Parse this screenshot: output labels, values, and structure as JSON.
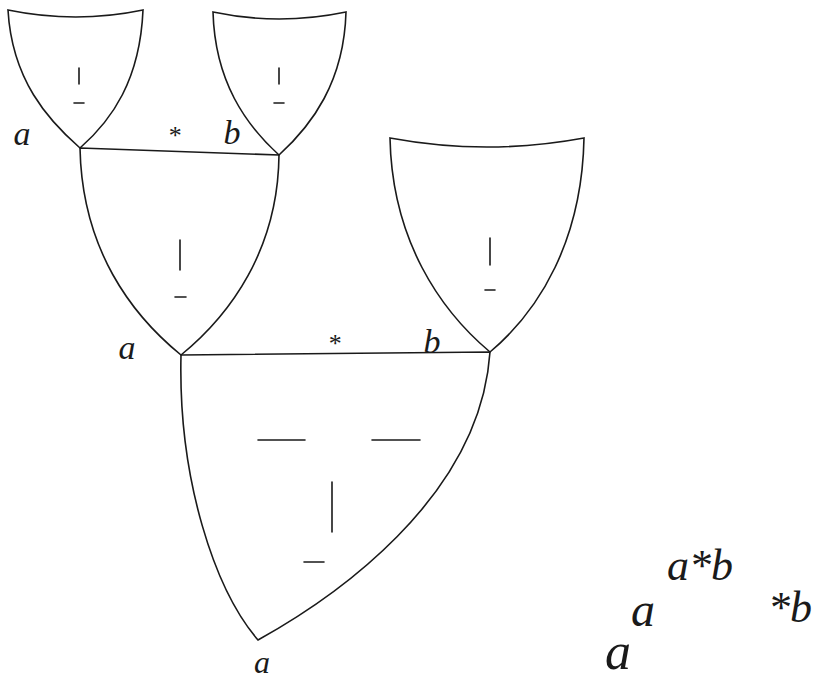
{
  "diagram": {
    "labels": [
      "a",
      "*",
      "b",
      "a",
      "*",
      "b",
      "a",
      "a",
      "a",
      "a*b",
      "*b"
    ]
  }
}
